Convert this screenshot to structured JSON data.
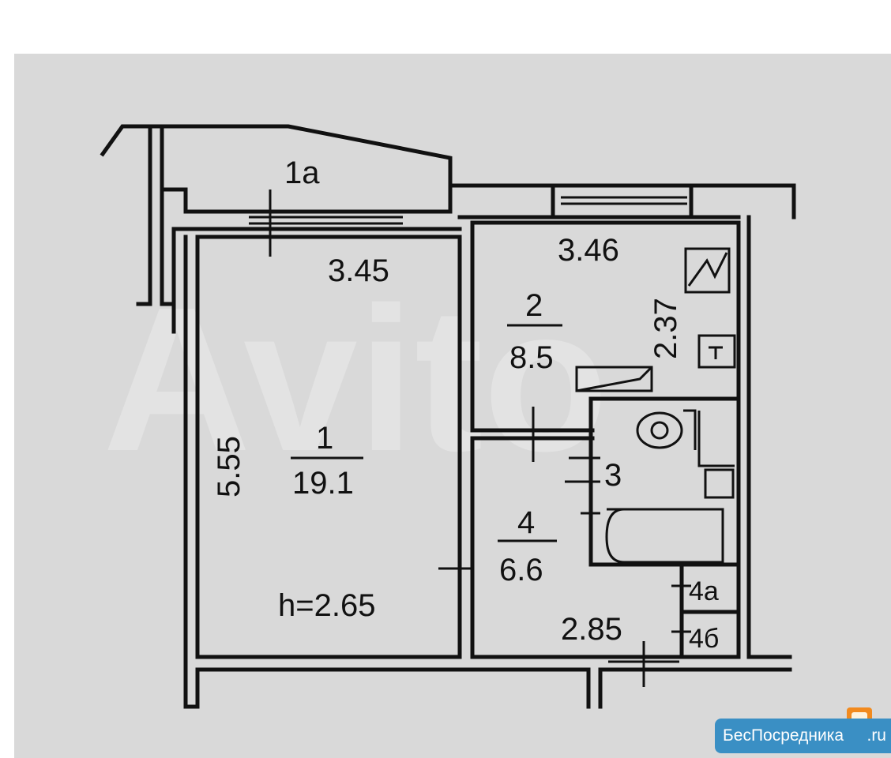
{
  "watermark": "Avito",
  "rooms": {
    "balcony": {
      "number": "1а"
    },
    "room1": {
      "number": "1",
      "area": "19.1"
    },
    "room2": {
      "number": "2",
      "area": "8.5"
    },
    "room3": {
      "number": "3"
    },
    "room4": {
      "number": "4",
      "area": "6.6"
    },
    "room4a": {
      "number": "4а"
    },
    "room4b": {
      "number": "4б"
    }
  },
  "dimensions": {
    "room1_width": "3.45",
    "room1_length": "5.55",
    "room2_width": "3.46",
    "room2_length": "2.37",
    "room4_width": "2.85",
    "ceiling_height": "h=2.65"
  },
  "logo": {
    "text": "БесПосредника",
    "suffix": ".ru",
    "color": "#3a8fc4"
  }
}
